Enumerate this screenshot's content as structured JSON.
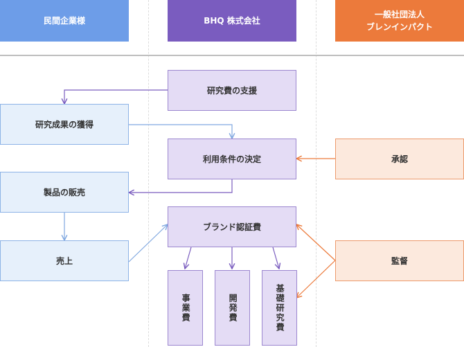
{
  "lanes": {
    "a": "民間企業様",
    "b": "BHQ 株式会社",
    "c_line1": "一般社団法人",
    "c_line2": "ブレンインパクト"
  },
  "nodes": {
    "research_support": "研究費の支援",
    "research_results": "研究成果の獲得",
    "usage_terms": "利用条件の決定",
    "approval": "承認",
    "product_sales": "製品の販売",
    "brand_cert_fee": "ブランド認証費",
    "sales": "売上",
    "supervision": "監督",
    "operating_cost": "事業費",
    "development_cost": "開発費",
    "basic_research_cost": "基礎研究費"
  },
  "colors": {
    "lane_a": "#6d9de8",
    "lane_b": "#7a5cbf",
    "lane_c": "#ec7a3b",
    "arrow_blue": "#7fa7e0",
    "arrow_purple": "#7a5cbf",
    "arrow_orange": "#ec7a3b"
  }
}
